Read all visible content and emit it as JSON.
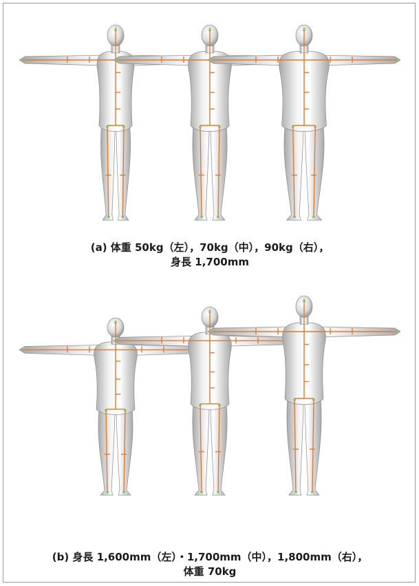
{
  "figure": {
    "panel_a": {
      "caption_line1": "(a) 体重 50kg（左），70kg（中），90kg（右），",
      "caption_line2": "身長 1,700mm",
      "figures": [
        {
          "label": "50kg",
          "build": 0.86,
          "height": 1.0
        },
        {
          "label": "70kg",
          "build": 1.0,
          "height": 1.0
        },
        {
          "label": "90kg",
          "build": 1.16,
          "height": 1.0
        }
      ]
    },
    "panel_b": {
      "caption_line1": "(b) 身長 1,600mm（左）・1,700mm（中），1,800mm（右），",
      "caption_line2": "体重 70kg",
      "figures": [
        {
          "label": "1,600mm",
          "build": 1.0,
          "height": 1600
        },
        {
          "label": "1,700mm",
          "build": 1.0,
          "height": 1700
        },
        {
          "label": "1,800mm",
          "build": 1.0,
          "height": 1800
        }
      ]
    },
    "colors": {
      "skeleton": "#e07a2c",
      "joint_marker": "#7fbf5f",
      "body_light": "#f4f4f4",
      "body_dark": "#a9a9a9"
    }
  }
}
